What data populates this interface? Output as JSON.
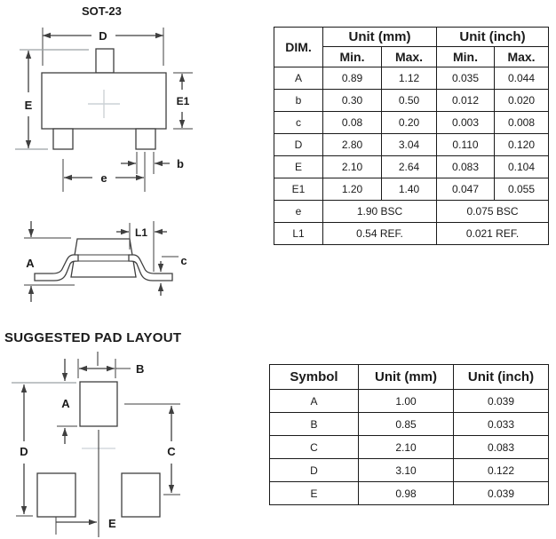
{
  "title": "SOT-23",
  "pad_layout_heading": "SUGGESTED PAD LAYOUT",
  "top_view": {
    "labels": {
      "D": "D",
      "E": "E",
      "E1": "E1",
      "b": "b",
      "e": "e"
    }
  },
  "side_view": {
    "labels": {
      "A": "A",
      "L1": "L1",
      "c": "c"
    }
  },
  "pad_view": {
    "labels": {
      "A": "A",
      "B": "B",
      "C": "C",
      "D": "D",
      "E": "E"
    }
  },
  "dim_table": {
    "col_headers": {
      "dim": "DIM.",
      "unit_mm": "Unit (mm)",
      "unit_inch": "Unit (inch)",
      "min_mm": "Min.",
      "max_mm": "Max.",
      "min_in": "Min.",
      "max_in": "Max."
    },
    "rows": [
      {
        "dim": "A",
        "mm_min": "0.89",
        "mm_max": "1.12",
        "in_min": "0.035",
        "in_max": "0.044"
      },
      {
        "dim": "b",
        "mm_min": "0.30",
        "mm_max": "0.50",
        "in_min": "0.012",
        "in_max": "0.020"
      },
      {
        "dim": "c",
        "mm_min": "0.08",
        "mm_max": "0.20",
        "in_min": "0.003",
        "in_max": "0.008"
      },
      {
        "dim": "D",
        "mm_min": "2.80",
        "mm_max": "3.04",
        "in_min": "0.110",
        "in_max": "0.120"
      },
      {
        "dim": "E",
        "mm_min": "2.10",
        "mm_max": "2.64",
        "in_min": "0.083",
        "in_max": "0.104"
      },
      {
        "dim": "E1",
        "mm_min": "1.20",
        "mm_max": "1.40",
        "in_min": "0.047",
        "in_max": "0.055"
      }
    ],
    "merged_rows": [
      {
        "dim": "e",
        "mm": "1.90 BSC",
        "inch": "0.075 BSC"
      },
      {
        "dim": "L1",
        "mm": "0.54 REF.",
        "inch": "0.021 REF."
      }
    ]
  },
  "pad_table": {
    "col_headers": {
      "symbol": "Symbol",
      "unit_mm": "Unit (mm)",
      "unit_inch": "Unit (inch)"
    },
    "rows": [
      {
        "symbol": "A",
        "mm": "1.00",
        "inch": "0.039"
      },
      {
        "symbol": "B",
        "mm": "0.85",
        "inch": "0.033"
      },
      {
        "symbol": "C",
        "mm": "2.10",
        "inch": "0.083"
      },
      {
        "symbol": "D",
        "mm": "3.10",
        "inch": "0.122"
      },
      {
        "symbol": "E",
        "mm": "0.98",
        "inch": "0.039"
      }
    ]
  },
  "colors": {
    "line": "#3f3f3f",
    "faint_line": "#9aa0a3",
    "cross": "#ccd2d6",
    "text": "#1a1a1a"
  }
}
